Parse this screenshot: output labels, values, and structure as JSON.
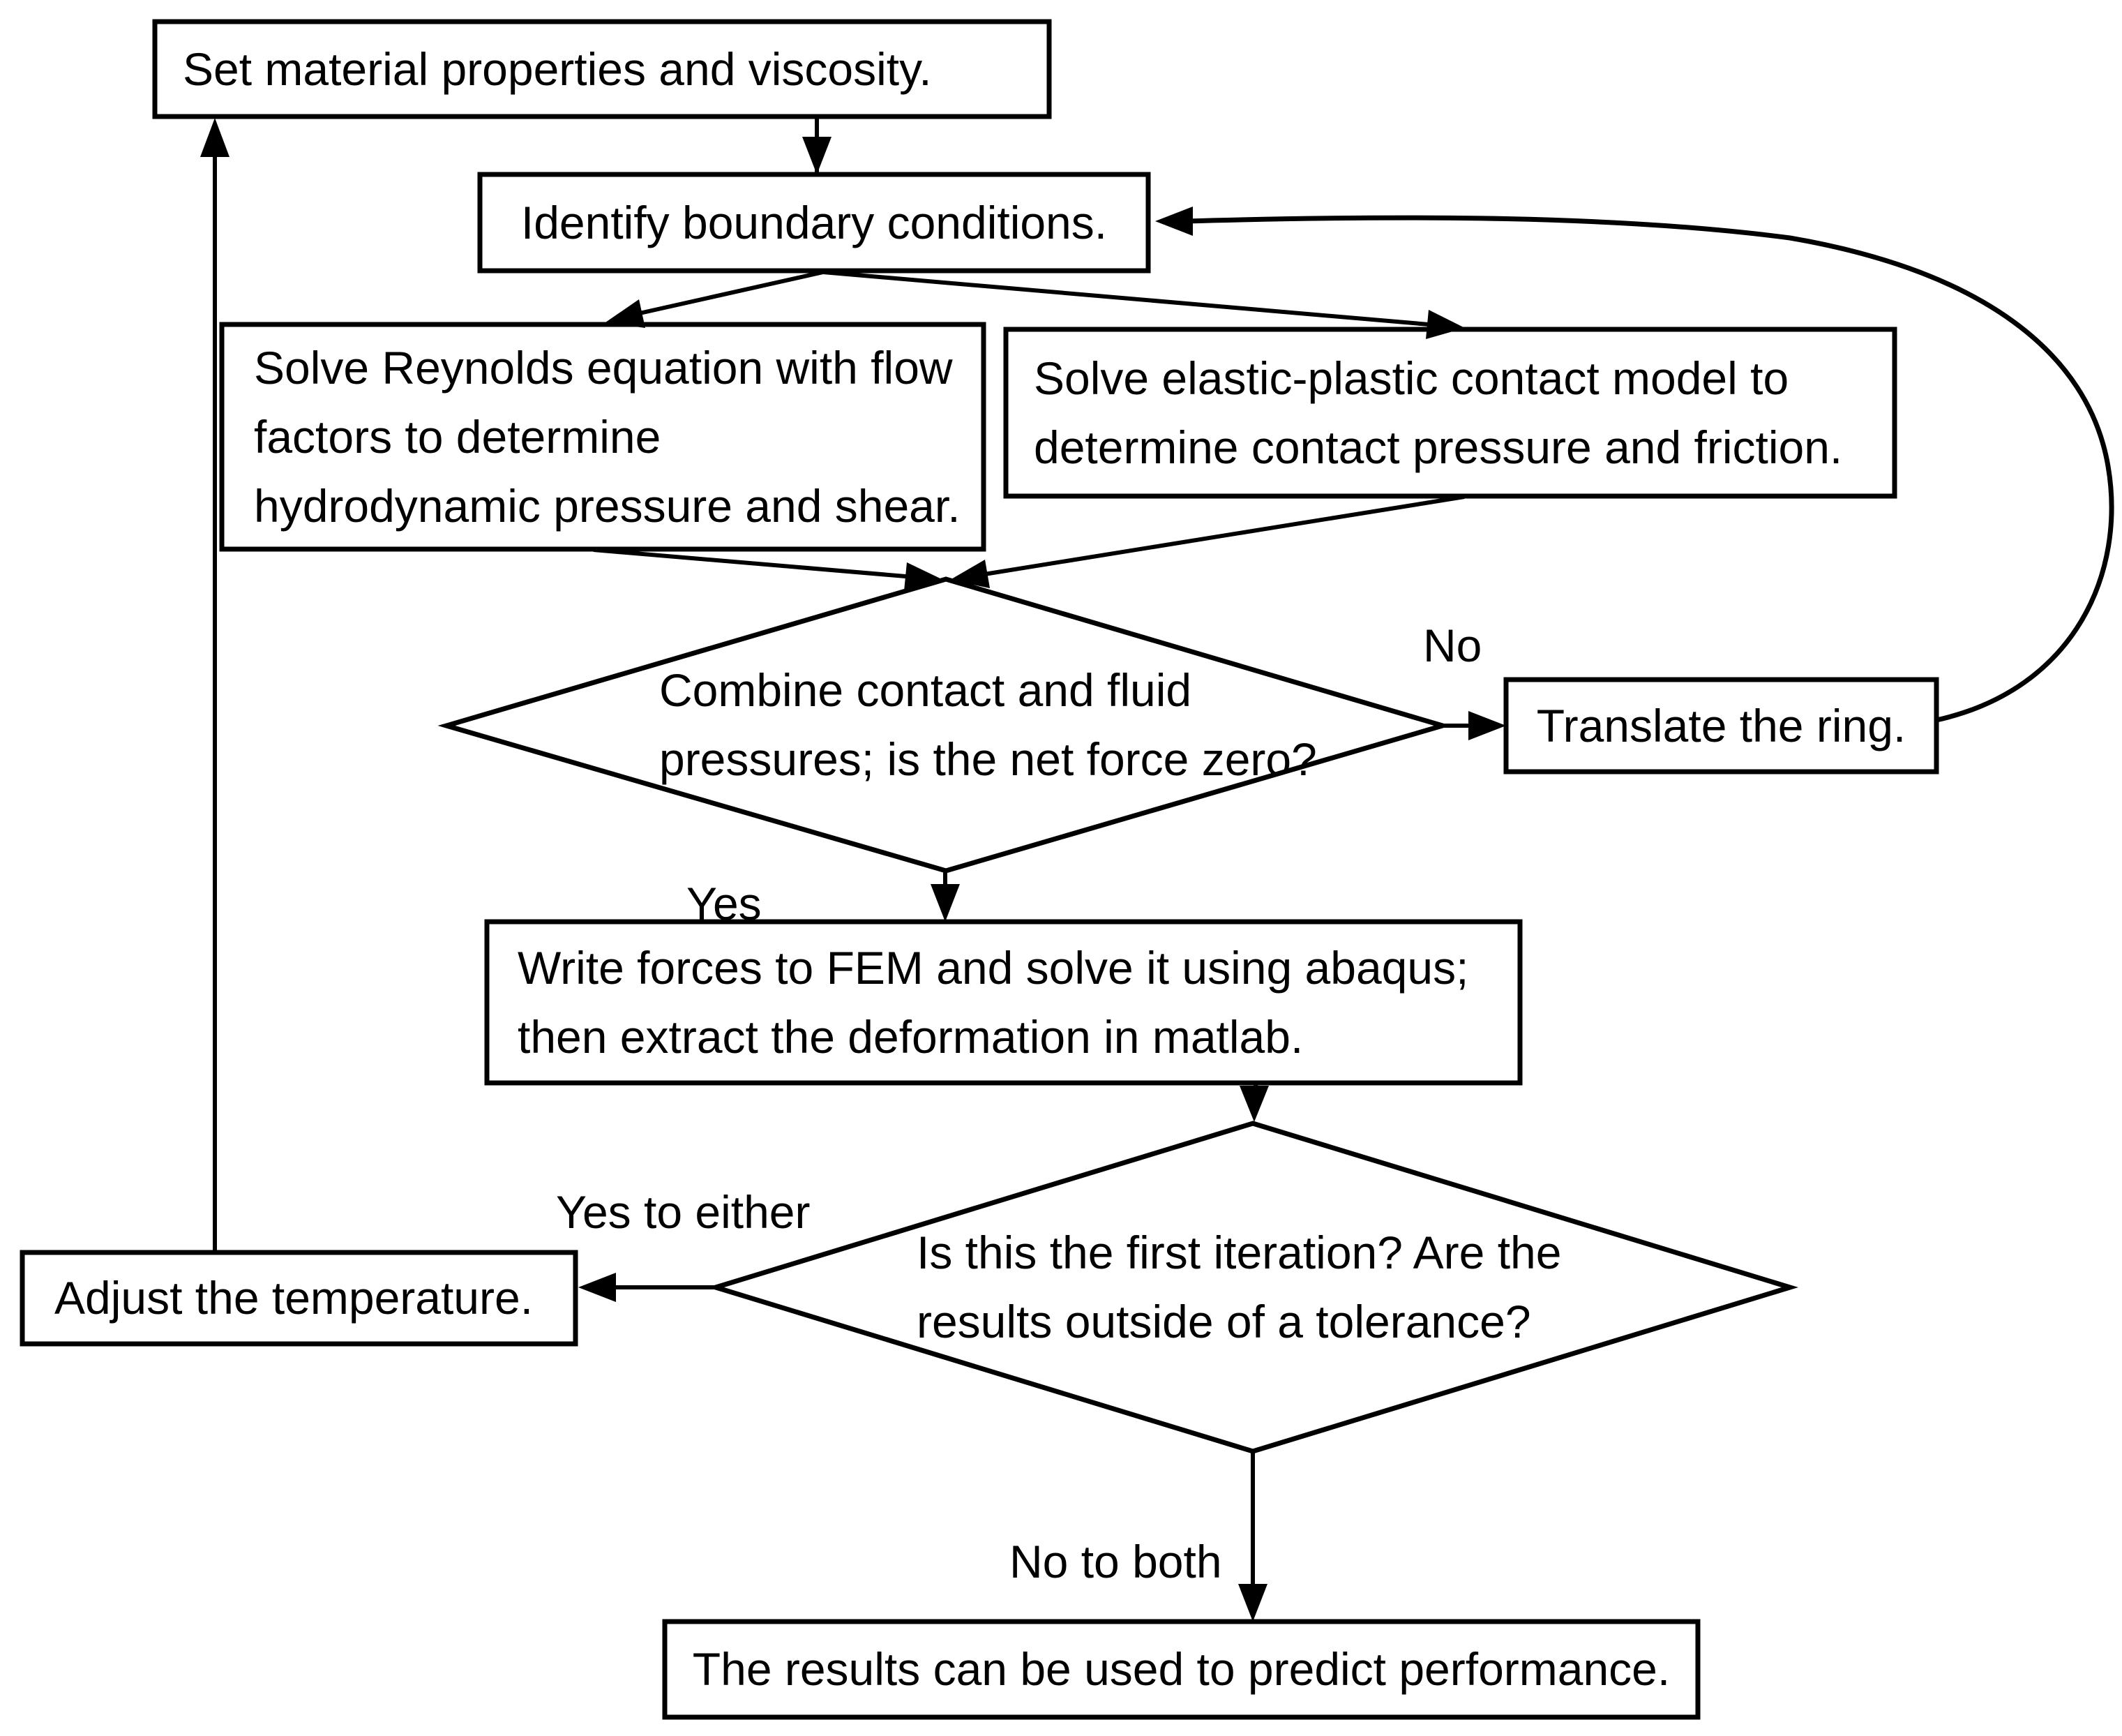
{
  "title": "Ring lubrication simulation flowchart",
  "colors": {
    "ink": "#000000",
    "paper": "#ffffff"
  },
  "nodes": {
    "set": {
      "label": "Set material properties and viscosity."
    },
    "identify": {
      "label": "Identify boundary conditions."
    },
    "reynolds": {
      "lines": [
        "Solve Reynolds equation with flow",
        "factors to determine",
        "hydrodynamic pressure and shear."
      ]
    },
    "elastic": {
      "lines": [
        "Solve elastic-plastic contact model to",
        "determine contact pressure and friction."
      ]
    },
    "combine": {
      "lines": [
        "Combine contact and fluid",
        "pressures; is the net force zero?"
      ]
    },
    "translate": {
      "label": "Translate the ring."
    },
    "fem": {
      "lines": [
        "Write forces to FEM and solve it using abaqus;",
        "then extract the deformation in matlab."
      ]
    },
    "iteration": {
      "lines": [
        "Is this the first iteration?  Are the",
        "results outside of a tolerance?"
      ]
    },
    "adjust": {
      "label": "Adjust the temperature."
    },
    "results": {
      "label": "The results can be used to predict performance."
    }
  },
  "edge_labels": {
    "no": "No",
    "yes": "Yes",
    "yes_either": "Yes to either",
    "no_both": "No to both"
  }
}
